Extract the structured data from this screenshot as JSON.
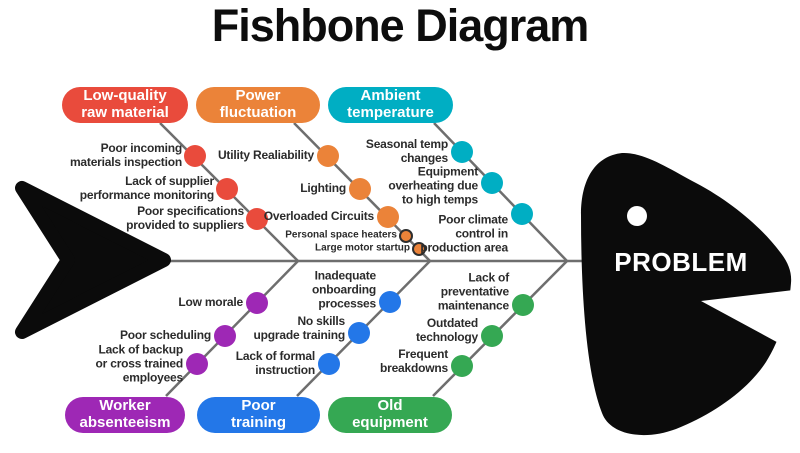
{
  "title": "Fishbone Diagram",
  "problem": "PROBLEM",
  "colors": {
    "line": "#6e6e6e",
    "text": "#2b2b2b",
    "fish": "#0b0b0b",
    "red": "#e94b3c",
    "orange": "#eb8339",
    "teal": "#00aec3",
    "purple": "#9e28b5",
    "blue": "#2377e8",
    "green": "#35a853"
  },
  "branches": {
    "raw_material": {
      "label": "Low-quality\nraw material",
      "color": "#e94b3c",
      "causes": [
        "Poor incoming\nmaterials inspection",
        "Lack of supplier\nperformance monitoring",
        "Poor specifications\nprovided to suppliers"
      ]
    },
    "power": {
      "label": "Power\nfluctuation",
      "color": "#eb8339",
      "causes": [
        "Utility Realiability",
        "Lighting",
        "Overloaded Circuits"
      ],
      "subcauses": [
        "Personal space heaters",
        "Large motor startup"
      ]
    },
    "ambient": {
      "label": "Ambient\ntemperature",
      "color": "#00aec3",
      "causes": [
        "Seasonal temp\nchanges",
        "Equipment\noverheating due\nto high temps",
        "Poor climate\ncontrol in\nproduction area"
      ]
    },
    "worker": {
      "label": "Worker\nabsenteeism",
      "color": "#9e28b5",
      "causes": [
        "Low morale",
        "Poor scheduling",
        "Lack of backup\nor cross trained\nemployees"
      ]
    },
    "training": {
      "label": "Poor\ntraining",
      "color": "#2377e8",
      "causes": [
        "Inadequate\nonboarding\nprocesses",
        "No skills\nupgrade training",
        "Lack of formal\ninstruction"
      ]
    },
    "equipment": {
      "label": "Old\nequipment",
      "color": "#35a853",
      "causes": [
        "Lack of\npreventative\nmaintenance",
        "Outdated\ntechnology",
        "Frequent\nbreakdowns"
      ]
    }
  }
}
